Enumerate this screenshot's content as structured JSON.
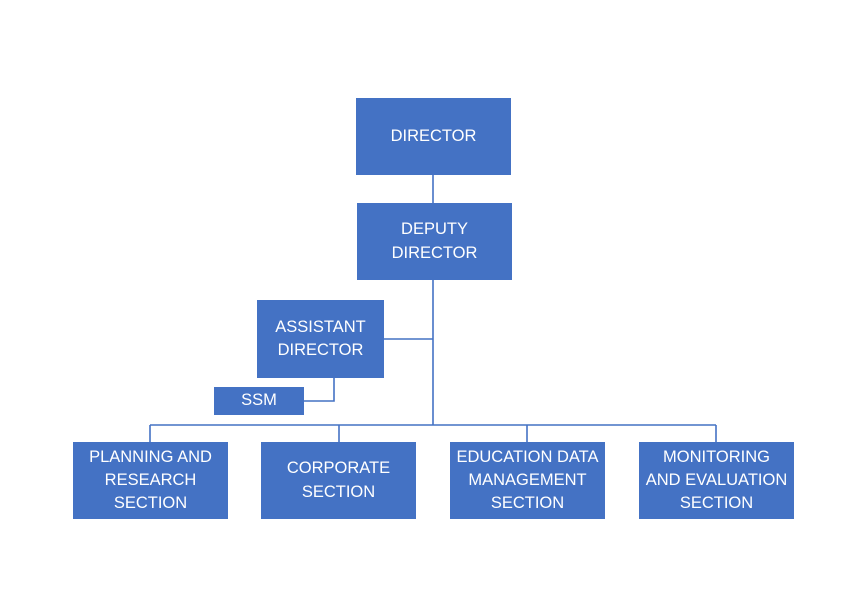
{
  "diagram": {
    "type": "org-chart",
    "colors": {
      "box_fill": "#4472C4",
      "box_text": "#FFFFFF",
      "connector": "#4472C4",
      "background": "#FFFFFF"
    },
    "nodes": {
      "director": {
        "label": "DIRECTOR"
      },
      "deputy_director": {
        "label": "DEPUTY\nDIRECTOR"
      },
      "assistant_director": {
        "label": "ASSISTANT\nDIRECTOR"
      },
      "ssm": {
        "label": "SSM"
      },
      "planning_research": {
        "label": "PLANNING AND\nRESEARCH\nSECTION"
      },
      "corporate": {
        "label": "CORPORATE\nSECTION"
      },
      "education_data": {
        "label": "EDUCATION DATA\nMANAGEMENT\nSECTION"
      },
      "monitoring_evaluation": {
        "label": "MONITORING\nAND EVALUATION\nSECTION"
      }
    },
    "edges": [
      {
        "from": "director",
        "to": "deputy_director"
      },
      {
        "from": "deputy_director",
        "to": "assistant_director"
      },
      {
        "from": "assistant_director",
        "to": "ssm"
      },
      {
        "from": "deputy_director",
        "to": "planning_research"
      },
      {
        "from": "deputy_director",
        "to": "corporate"
      },
      {
        "from": "deputy_director",
        "to": "education_data"
      },
      {
        "from": "deputy_director",
        "to": "monitoring_evaluation"
      }
    ]
  }
}
